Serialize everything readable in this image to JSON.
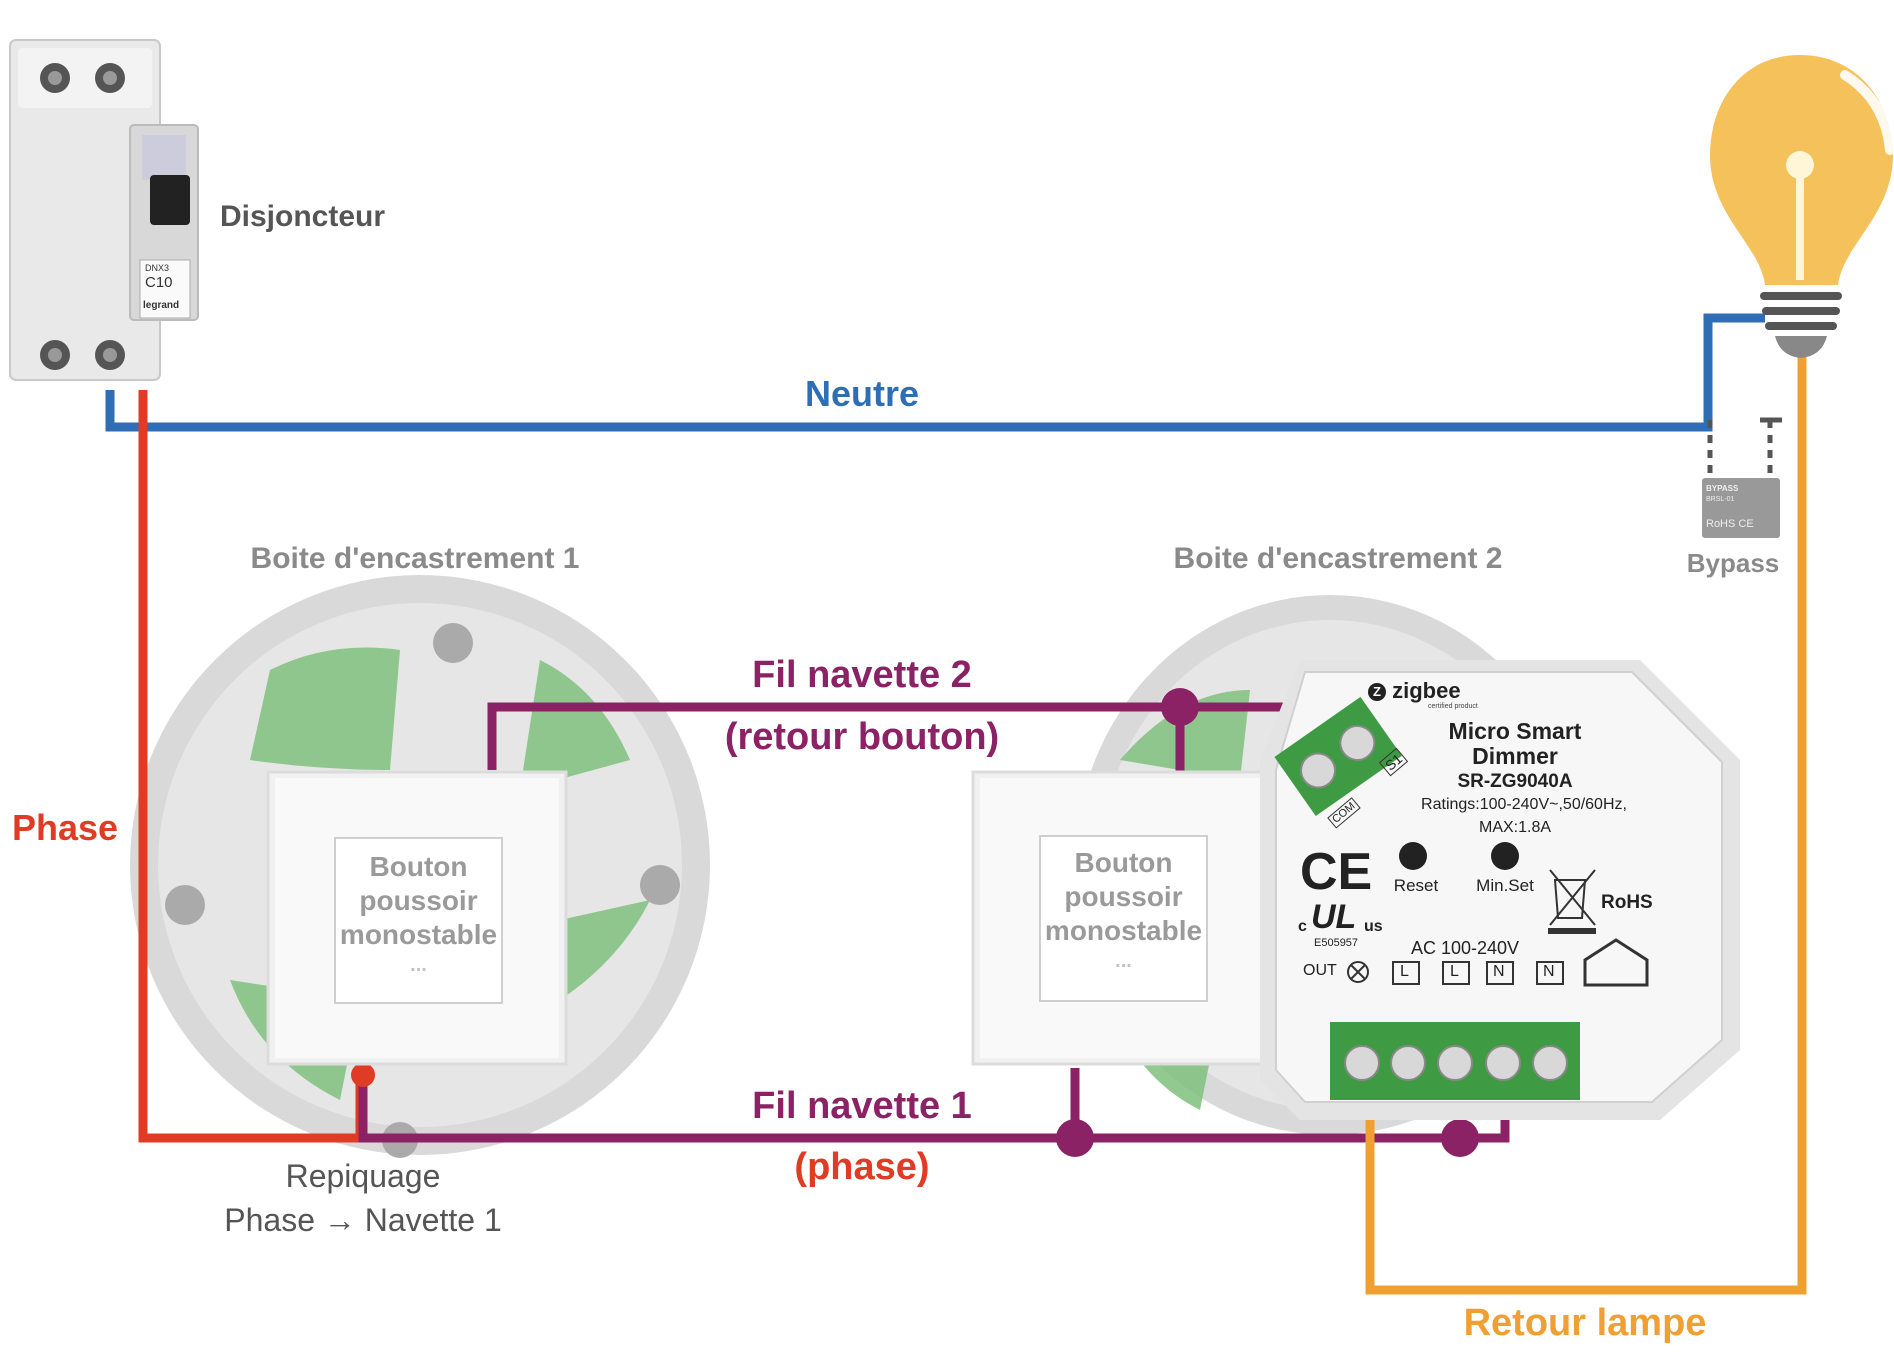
{
  "labels": {
    "disjoncteur": "Disjoncteur",
    "neutre": "Neutre",
    "phase": "Phase",
    "bypass": "Bypass",
    "boite1": "Boite d'encastrement 1",
    "boite2": "Boite d'encastrement 2",
    "fil_navette_2": "Fil navette 2",
    "retour_bouton": "(retour bouton)",
    "fil_navette_1": "Fil navette 1",
    "phase_paren": "(phase)",
    "repiquage_line1": "Repiquage",
    "repiquage_line2": "Phase → Navette 1",
    "retour_lampe": "Retour lampe"
  },
  "buttons": [
    {
      "line1": "Bouton",
      "line2": "poussoir",
      "line3": "monostable",
      "dots": "..."
    },
    {
      "line1": "Bouton",
      "line2": "poussoir",
      "line3": "monostable",
      "dots": "..."
    }
  ],
  "breaker": {
    "model": "DNX3",
    "rating": "C10",
    "brand": "legrand"
  },
  "bypass_device": {
    "title": "BYPASS",
    "model": "BRSL-01",
    "marks": "RoHS CE"
  },
  "dimmer": {
    "brand": "zigbee",
    "brand_sub": "certified product",
    "title_line1": "Micro Smart",
    "title_line2": "Dimmer",
    "model": "SR-ZG9040A",
    "ratings": "Ratings:100-240V~,50/60Hz,",
    "max": "MAX:1.8A",
    "reset": "Reset",
    "min_set": "Min.Set",
    "rohs": "RoHS",
    "ce": "CE",
    "ul_cert": "E505957",
    "ul_c": "c",
    "ul_us": "us",
    "ac": "AC 100-240V",
    "out": "OUT",
    "terminals": [
      "L",
      "L",
      "N",
      "N"
    ],
    "s1": "S1",
    "com": "COM"
  },
  "colors": {
    "neutre": "#2f6eb5",
    "phase": "#e03b24",
    "navette": "#8b2266",
    "retour_lampe": "#f0a033",
    "label_grey": "#8a8a8a",
    "green": "#5fb060"
  }
}
